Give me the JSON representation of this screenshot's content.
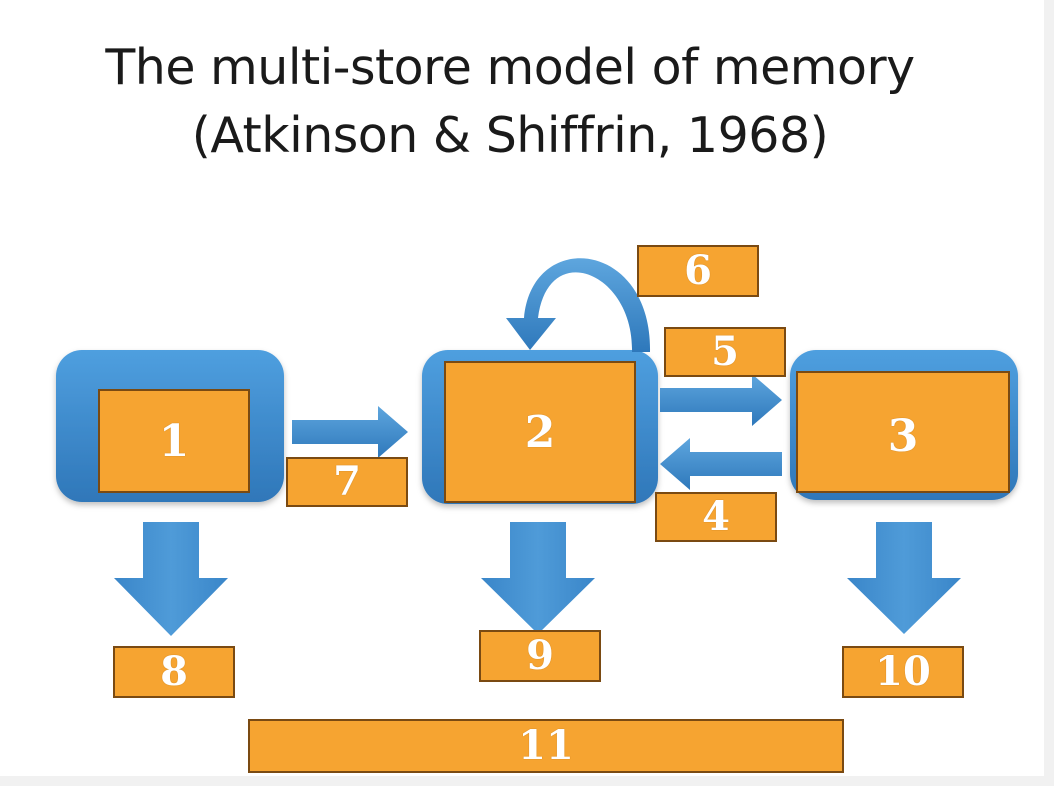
{
  "title": {
    "line1": "The multi-store model of memory",
    "line2": "(Atkinson & Shiffrin, 1968)"
  },
  "labels": {
    "l1": "1",
    "l2": "2",
    "l3": "3",
    "l4": "4",
    "l5": "5",
    "l6": "6",
    "l7": "7",
    "l8": "8",
    "l9": "9",
    "l10": "10",
    "l11": "11"
  },
  "colors": {
    "box_blue": "#3f8ed0",
    "arrow_blue": "#3d8bd0",
    "label_orange": "#f6a431",
    "label_border": "#7a4a12"
  }
}
